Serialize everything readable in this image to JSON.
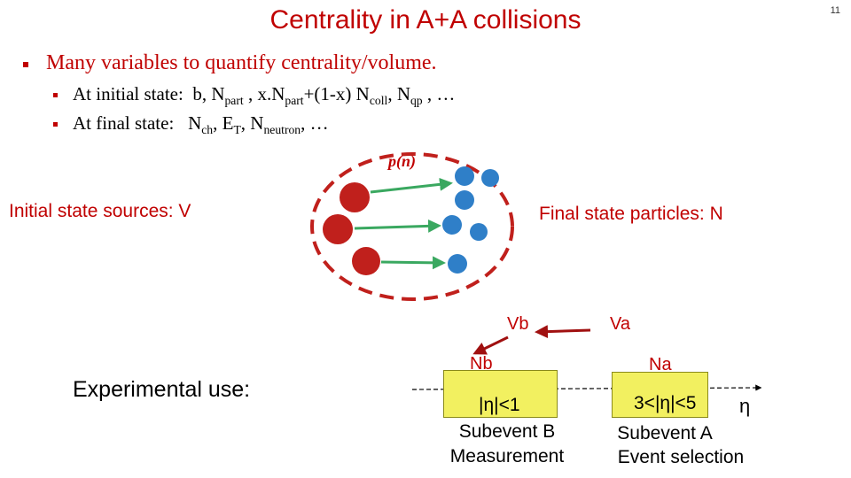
{
  "slide": {
    "title": "Centrality in A+A collisions",
    "page_number": "11",
    "bullet1": "Many variables to quantify centrality/volume.",
    "sub1_prefix": "At initial state:",
    "sub1": {
      "a": "b, N",
      "b": "part",
      "c": " , x.N",
      "d": "part",
      "e": "+(1-x) N",
      "f": "coll",
      "g": ", N",
      "h": "qp",
      "i": " , …"
    },
    "sub2_prefix": "At final state:",
    "sub2": {
      "a": "N",
      "b": "ch",
      "c": ", E",
      "d": "T",
      "e": ", N",
      "f": "neutron",
      "g": ", …"
    },
    "pn_label": "p(n)",
    "initial_label": "Initial state sources: V",
    "final_label": "Final state particles: N",
    "experimental_label": "Experimental use:"
  },
  "subevents": {
    "vb": "Vb",
    "va": "Va",
    "nb": "Nb",
    "na": "Na",
    "eta": "η",
    "b_range": "|η|<1",
    "b_name": "Subevent B",
    "b_role": "Measurement",
    "a_range": "3<|η|<5",
    "a_name": "Subevent A",
    "a_role": "Event selection"
  },
  "colors": {
    "accent": "#c00000",
    "blue_particle": "#2f7fc8",
    "red_source": "#c0201c",
    "arrow_green": "#3aa860",
    "box_fill": "#f2f060"
  }
}
